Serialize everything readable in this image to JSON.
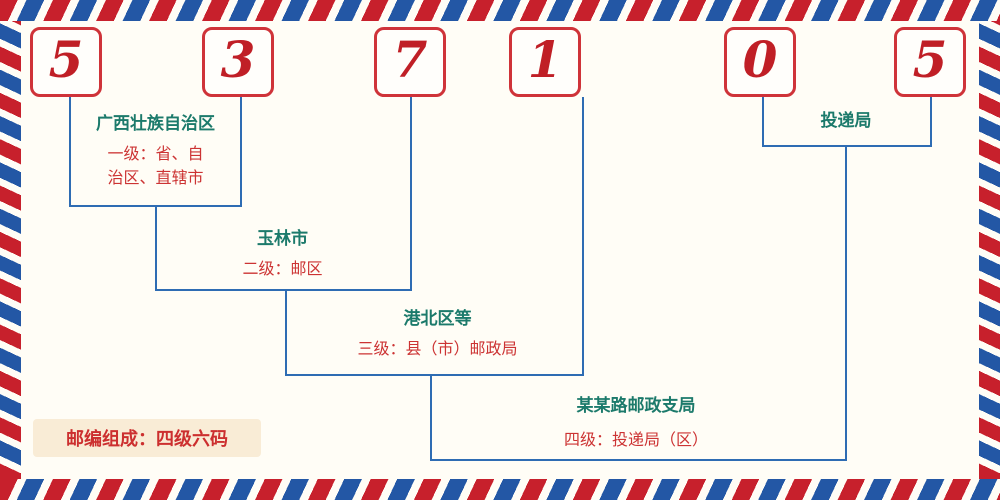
{
  "digits": [
    "5",
    "3",
    "7",
    "1",
    "0",
    "5"
  ],
  "levels": [
    {
      "name": "广西壮族自治区",
      "desc_lines": [
        "一级：省、自",
        "治区、直辖市"
      ]
    },
    {
      "name": "玉林市",
      "desc": "二级：邮区"
    },
    {
      "name": "港北区等",
      "desc": "三级：县（市）邮政局"
    },
    {
      "name": "某某路邮政支局",
      "desc": "四级：投递局（区）"
    },
    {
      "name": "投递局"
    }
  ],
  "footer": {
    "label": "邮编组成：四级六码"
  },
  "colors": {
    "digit_red": "#c01f26",
    "box_border_red": "#cf3339",
    "connector_blue": "#2e6cb3",
    "name_teal": "#1c7a6b",
    "desc_red": "#cc3333",
    "stripe_red": "#c7202c",
    "stripe_blue": "#2357a5",
    "background": "#fffdf6",
    "footer_bg": "#f9ecd6"
  }
}
